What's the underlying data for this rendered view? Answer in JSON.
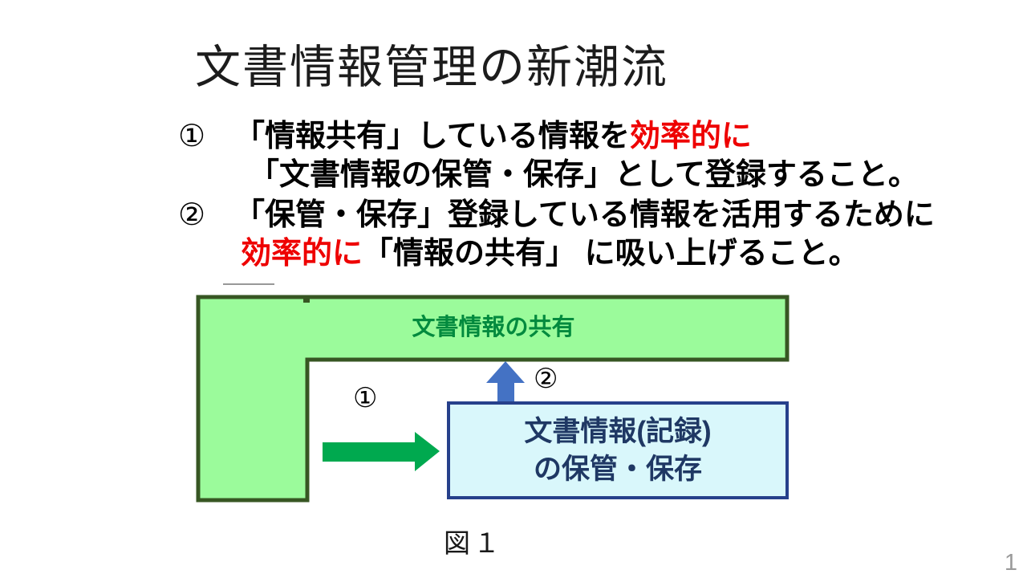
{
  "slide": {
    "title": "文書情報管理の新潮流",
    "caption": "図１",
    "page_number": "1"
  },
  "points": {
    "p1": {
      "marker": "①",
      "l1_black": "「情報共有」している情報を",
      "l1_red": "効率的に",
      "l2": "「文書情報の保管・保存」として登録すること。"
    },
    "p2": {
      "marker": "②",
      "l1": "「保管・保存」登録している情報を活用するために",
      "l2_red": "効率的に",
      "l2_black": "「情報の共有」 に吸い上げること。"
    }
  },
  "diagram": {
    "shared_label": "文書情報の共有",
    "storage_line1": "文書情報(記録)",
    "storage_line2": "の保管・保存",
    "arrow1_label": "①",
    "arrow2_label": "②",
    "colors": {
      "shape_fill": "#9bfb9b",
      "shape_border": "#375623",
      "shared_text": "#028a3e",
      "storage_fill": "#d9f7fb",
      "storage_border": "#26408b",
      "storage_text": "#1f3864",
      "arrow_green": "#00a94f",
      "arrow_blue": "#4472c4",
      "highlight_red": "#ee0000",
      "page_number_gray": "#9a9a9a"
    }
  }
}
